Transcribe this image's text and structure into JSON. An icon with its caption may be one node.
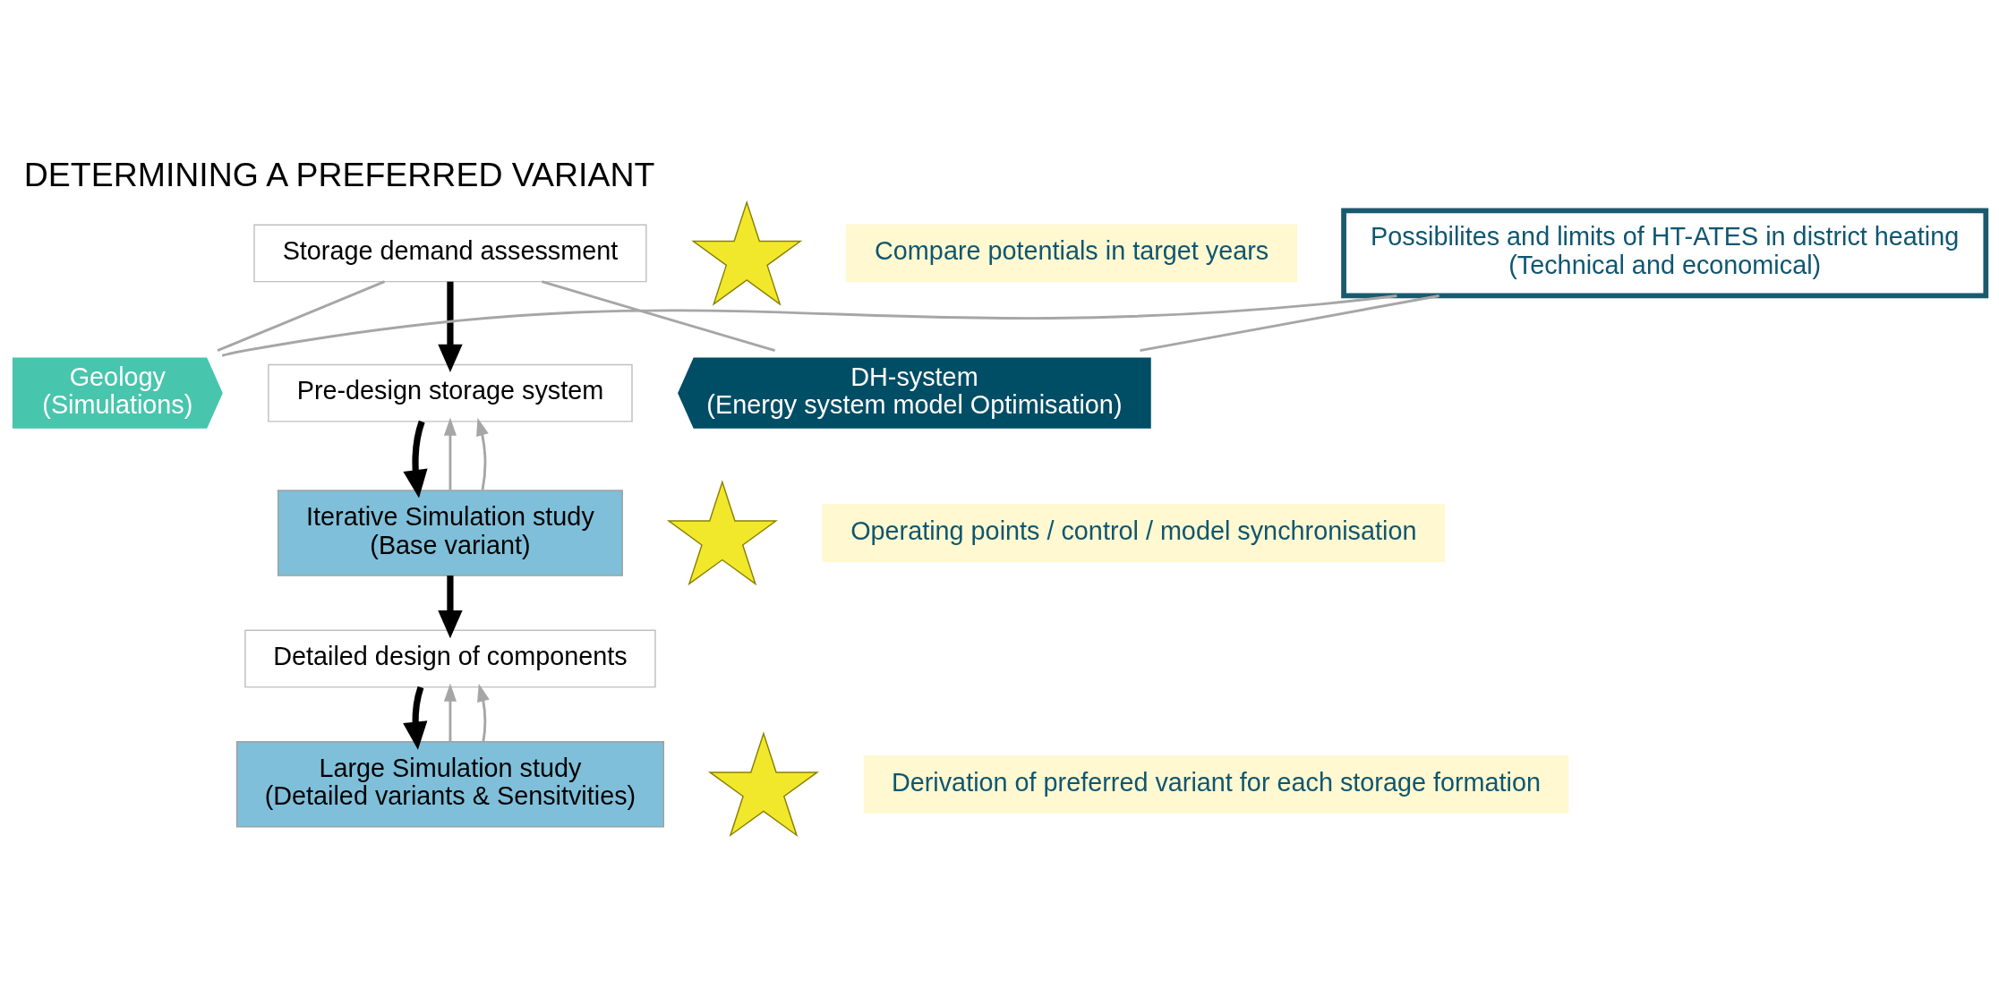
{
  "diagram": {
    "title": "DETERMINING A PREFERRED VARIANT",
    "nodes": [
      {
        "text": [
          "Storage demand assessment"
        ]
      },
      {
        "text": [
          "Pre-design storage system"
        ]
      },
      {
        "text": [
          "Iterative Simulation study",
          "(Base variant)"
        ]
      },
      {
        "text": [
          "Detailed design of components"
        ]
      },
      {
        "text": [
          "Large Simulation study",
          "(Detailed variants & Sensitvities)"
        ]
      },
      {
        "text": [
          "Possibilites and limits of HT-ATES in district heating",
          "(Technical and economical)"
        ]
      },
      {
        "text": [
          "Geology",
          "(Simulations)"
        ]
      },
      {
        "text": [
          "DH-system",
          "(Energy system model Optimisation)"
        ]
      },
      {
        "text": [
          "Compare potentials in target years"
        ]
      },
      {
        "text": [],
        "shape": "star"
      },
      {
        "text": [],
        "shape": "star"
      },
      {
        "text": [
          "Operating points / control / model synchronisation"
        ]
      },
      {
        "text": [],
        "shape": "star"
      },
      {
        "text": [
          "Derivation of preferred variant for each storage formation"
        ]
      }
    ],
    "edges": [
      {
        "from": 0,
        "to": 1,
        "arrow": "to",
        "style": "thick",
        "color": "#000000"
      },
      {
        "from": 1,
        "to": 2,
        "arrow": "to",
        "style": "thick",
        "color": "#000000"
      },
      {
        "from": 2,
        "to": 3,
        "arrow": "to",
        "style": "thick",
        "color": "#000000"
      },
      {
        "from": 3,
        "to": 4,
        "arrow": "to",
        "style": "thick",
        "color": "#000000"
      },
      {
        "from": 2,
        "to": 1,
        "arrow": "to"
      },
      {
        "from": 2,
        "to": 1,
        "arrow": "to"
      },
      {
        "from": 4,
        "to": 3,
        "arrow": "to"
      },
      {
        "from": 4,
        "to": 3,
        "arrow": "to"
      },
      {
        "from": 6,
        "to": 0,
        "arrow": "none"
      },
      {
        "from": 7,
        "to": 0,
        "arrow": "none"
      },
      {
        "from": 6,
        "to": 5,
        "arrow": "none"
      },
      {
        "from": 7,
        "to": 5,
        "arrow": "none"
      }
    ]
  }
}
